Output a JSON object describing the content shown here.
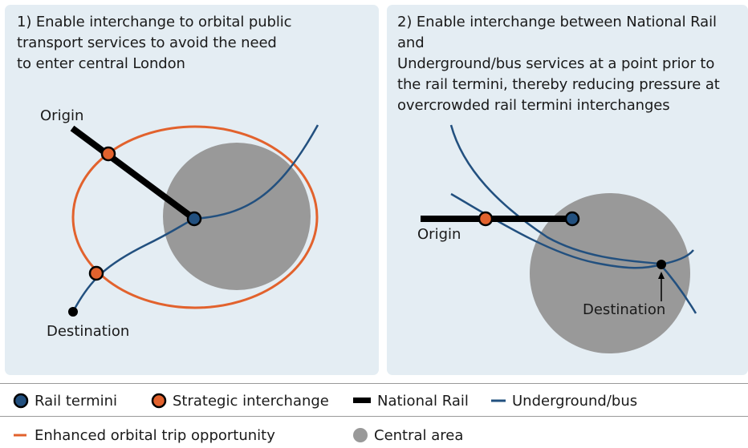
{
  "panel1": {
    "title": "1) Enable interchange to orbital public\ntransport services to avoid the need\nto enter central London",
    "origin_label": "Origin",
    "destination_label": "Destination"
  },
  "panel2": {
    "title": "2) Enable interchange between National Rail and\nUnderground/bus services at a point prior to\nthe rail termini, thereby reducing pressure at\novercrowded rail termini interchanges",
    "origin_label": "Origin",
    "destination_label": "Destination"
  },
  "legend": {
    "rail_termini": "Rail termini",
    "strategic_interchange": "Strategic interchange",
    "national_rail": "National Rail",
    "underground_bus": "Underground/bus",
    "enhanced_orbital": "Enhanced orbital trip opportunity",
    "central_area": "Central area"
  },
  "colors": {
    "panel_bg": "#e4edf3",
    "central_area": "#999999",
    "orbital": "#e2622d",
    "underground": "#22507f",
    "rail_termini_fill": "#22507f",
    "interchange_fill": "#e2622d",
    "national_rail": "#000000"
  }
}
